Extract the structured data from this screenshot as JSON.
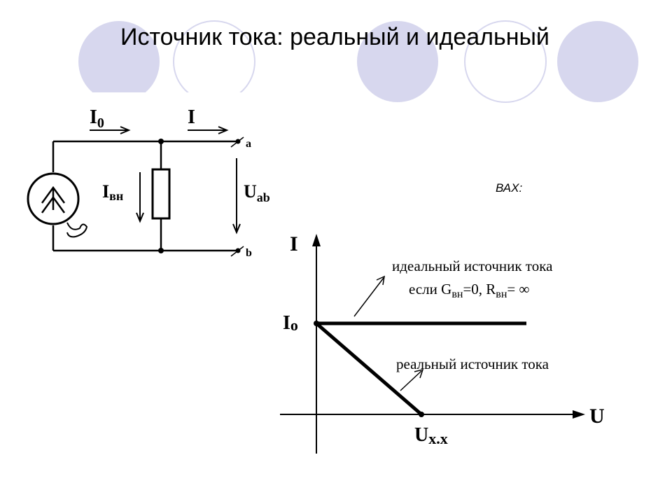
{
  "title": "Источник тока: реальный и идеальный",
  "vax_label": "ВАХ:",
  "colors": {
    "circle_fill": "#d7d7ee",
    "circle_stroke": "#d7d7ee",
    "line": "#000000"
  },
  "circuit": {
    "current_total": "I",
    "current_total_sub": "0",
    "current_load": "I",
    "current_internal": "I",
    "current_internal_sub": "вн",
    "voltage": "U",
    "voltage_sub": "ab",
    "terminal_a": "a",
    "terminal_b": "b"
  },
  "graph": {
    "y_axis_label": "I",
    "x_axis_label": "U",
    "y_intercept": "I",
    "y_intercept_sub": "o",
    "x_intercept": "U",
    "x_intercept_sub": "x.x",
    "ideal_line1": "идеальный источник тока",
    "ideal_line2_prefix": "если G",
    "ideal_line2_sub1": "вн",
    "ideal_line2_mid": "=0,  R",
    "ideal_line2_sub2": "вн",
    "ideal_line2_suffix": "= ∞",
    "real_label": "реальный источник тока"
  }
}
